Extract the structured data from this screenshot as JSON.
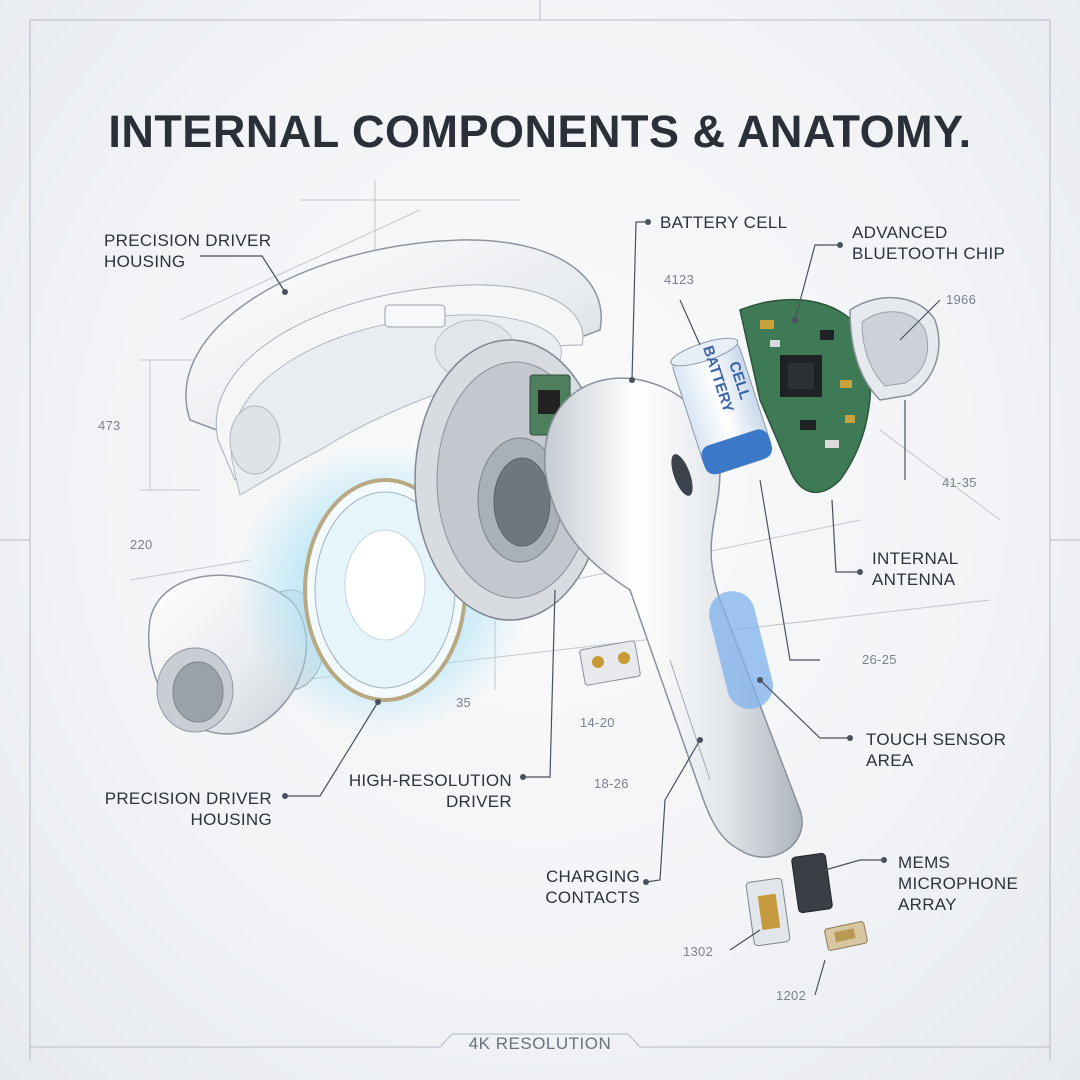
{
  "title": "INTERNAL COMPONENTS & ANATOMY.",
  "footer": "4K RESOLUTION",
  "battery_print": [
    "BATTERY",
    "CELL"
  ],
  "labels": {
    "housing_top": [
      "PRECISION DRIVER",
      "HOUSING"
    ],
    "battery": [
      "BATTERY CELL"
    ],
    "bluetooth": [
      "ADVANCED",
      "BLUETOOTH CHIP"
    ],
    "antenna": [
      "INTERNAL",
      "ANTENNA"
    ],
    "touch": [
      "TOUCH SENSOR",
      "AREA"
    ],
    "mems": [
      "MEMS",
      "MICROPHONE",
      "ARRAY"
    ],
    "charging": [
      "CHARGING",
      "CONTACTS"
    ],
    "driver": [
      "HIGH-RESOLUTION",
      "DRIVER"
    ],
    "housing_bottom": [
      "PRECISION DRIVER",
      "HOUSING"
    ]
  },
  "dimensions": {
    "d473": "473",
    "d220": "220",
    "d4123": "4123",
    "d1966": "1966",
    "d4135": "41-35",
    "d35": "35",
    "d1420": "14-20",
    "d2625": "26-25",
    "d1826": "18-26",
    "d1302": "1302",
    "d1202": "1202"
  },
  "colors": {
    "ink": "#2a2f38",
    "line": "#5c636e",
    "pcb": "#3f7a56",
    "glow": "#8fd4f2",
    "touch": "#7fb1ec",
    "battery": "#3b78c7"
  }
}
